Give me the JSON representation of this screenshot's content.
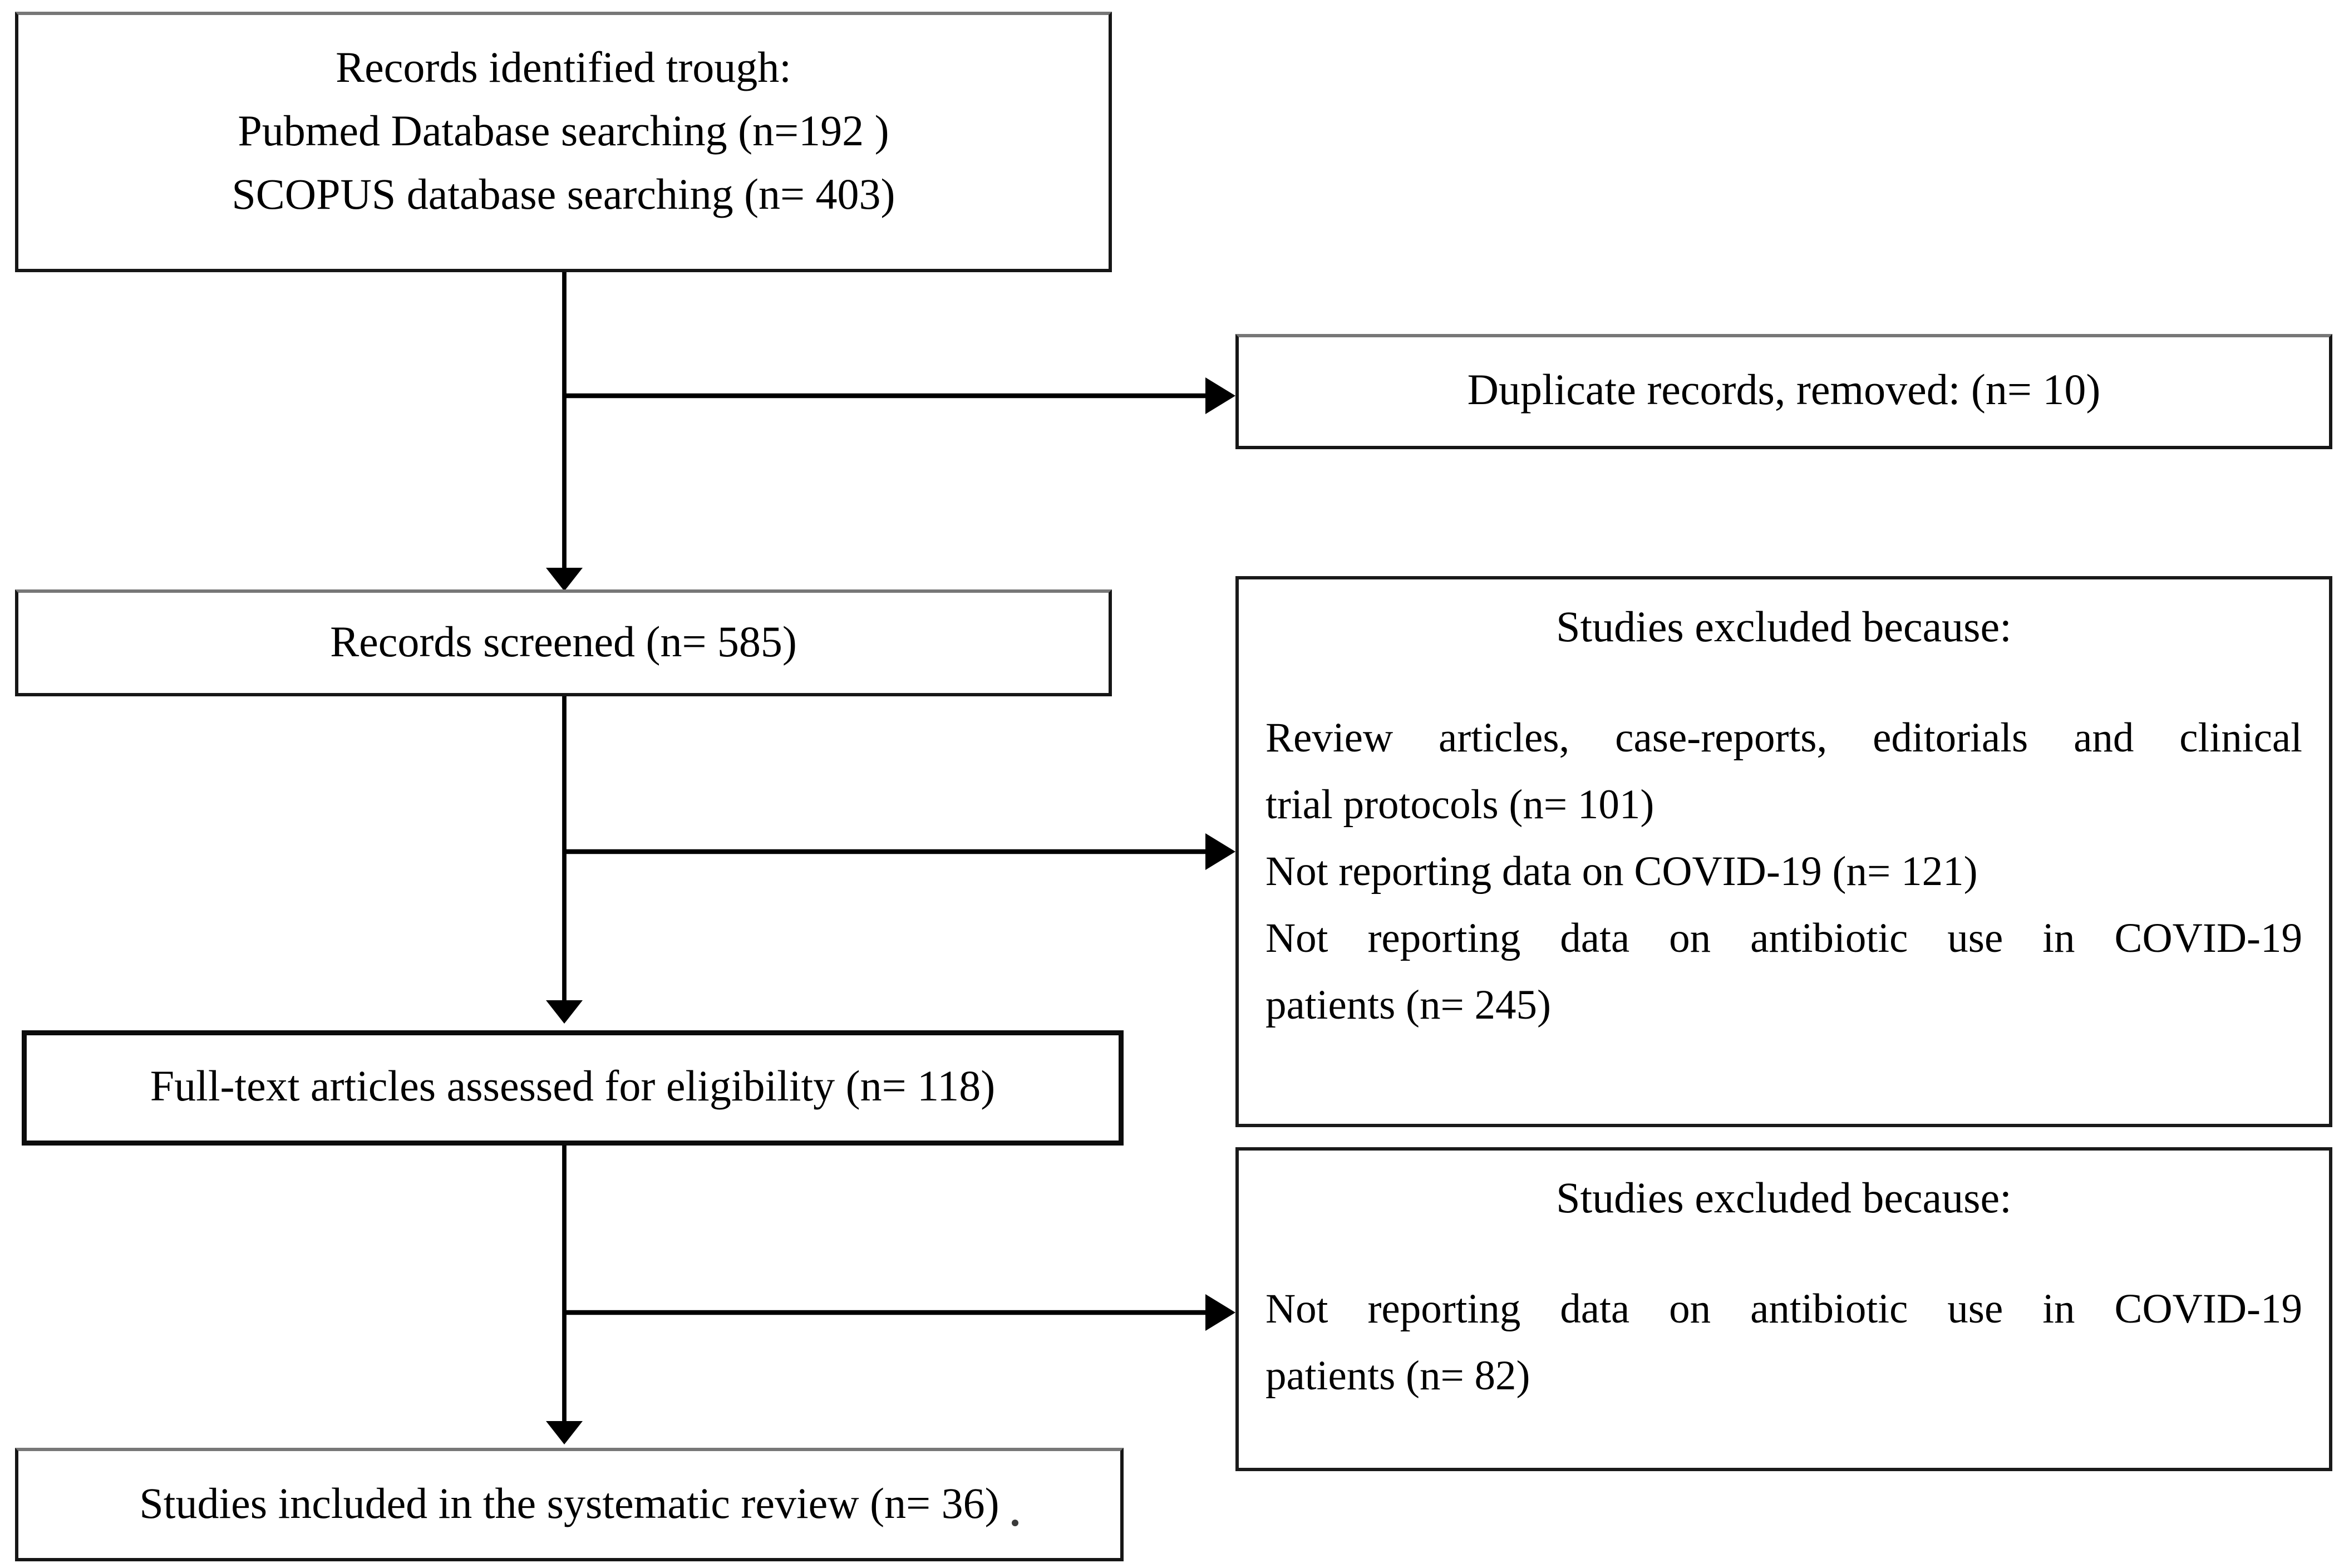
{
  "diagram": {
    "type": "flowchart",
    "boxes": {
      "identification": {
        "lines": [
          "Records identified trough:",
          "Pubmed Database searching (n=192 )",
          "SCOPUS database searching (n= 403)"
        ]
      },
      "duplicates": {
        "text": "Duplicate records, removed: (n= 10)"
      },
      "screened": {
        "text": "Records screened (n= 585)"
      },
      "excluded1": {
        "title": "Studies excluded because:",
        "reasons": [
          [
            "Review articles, case-reports, editorials and clinical",
            "trial protocols (n= 101)"
          ],
          [
            "Not reporting data on COVID-19 (n= 121)"
          ],
          [
            "Not reporting data on antibiotic use in COVID-19",
            "patients (n= 245)"
          ]
        ]
      },
      "eligibility": {
        "text": "Full-text articles assessed for eligibility (n= 118)"
      },
      "excluded2": {
        "title": "Studies excluded because:",
        "reasons": [
          [
            "Not reporting data on antibiotic use in COVID-19",
            "patients (n= 82)"
          ]
        ]
      },
      "included": {
        "text": "Studies included in the systematic review (n= 36)"
      }
    },
    "counts": {
      "pubmed": 192,
      "scopus": 403,
      "duplicates_removed": 10,
      "screened": 585,
      "excluded_review_articles": 101,
      "excluded_not_covid": 121,
      "excluded_no_antibiotic_data": 245,
      "fulltext_assessed": 118,
      "excluded_no_antibiotic_data_fulltext": 82,
      "included": 36
    },
    "colors": {
      "background": "#ffffff",
      "border": "#161616",
      "line": "#000000",
      "text": "#000000"
    }
  }
}
